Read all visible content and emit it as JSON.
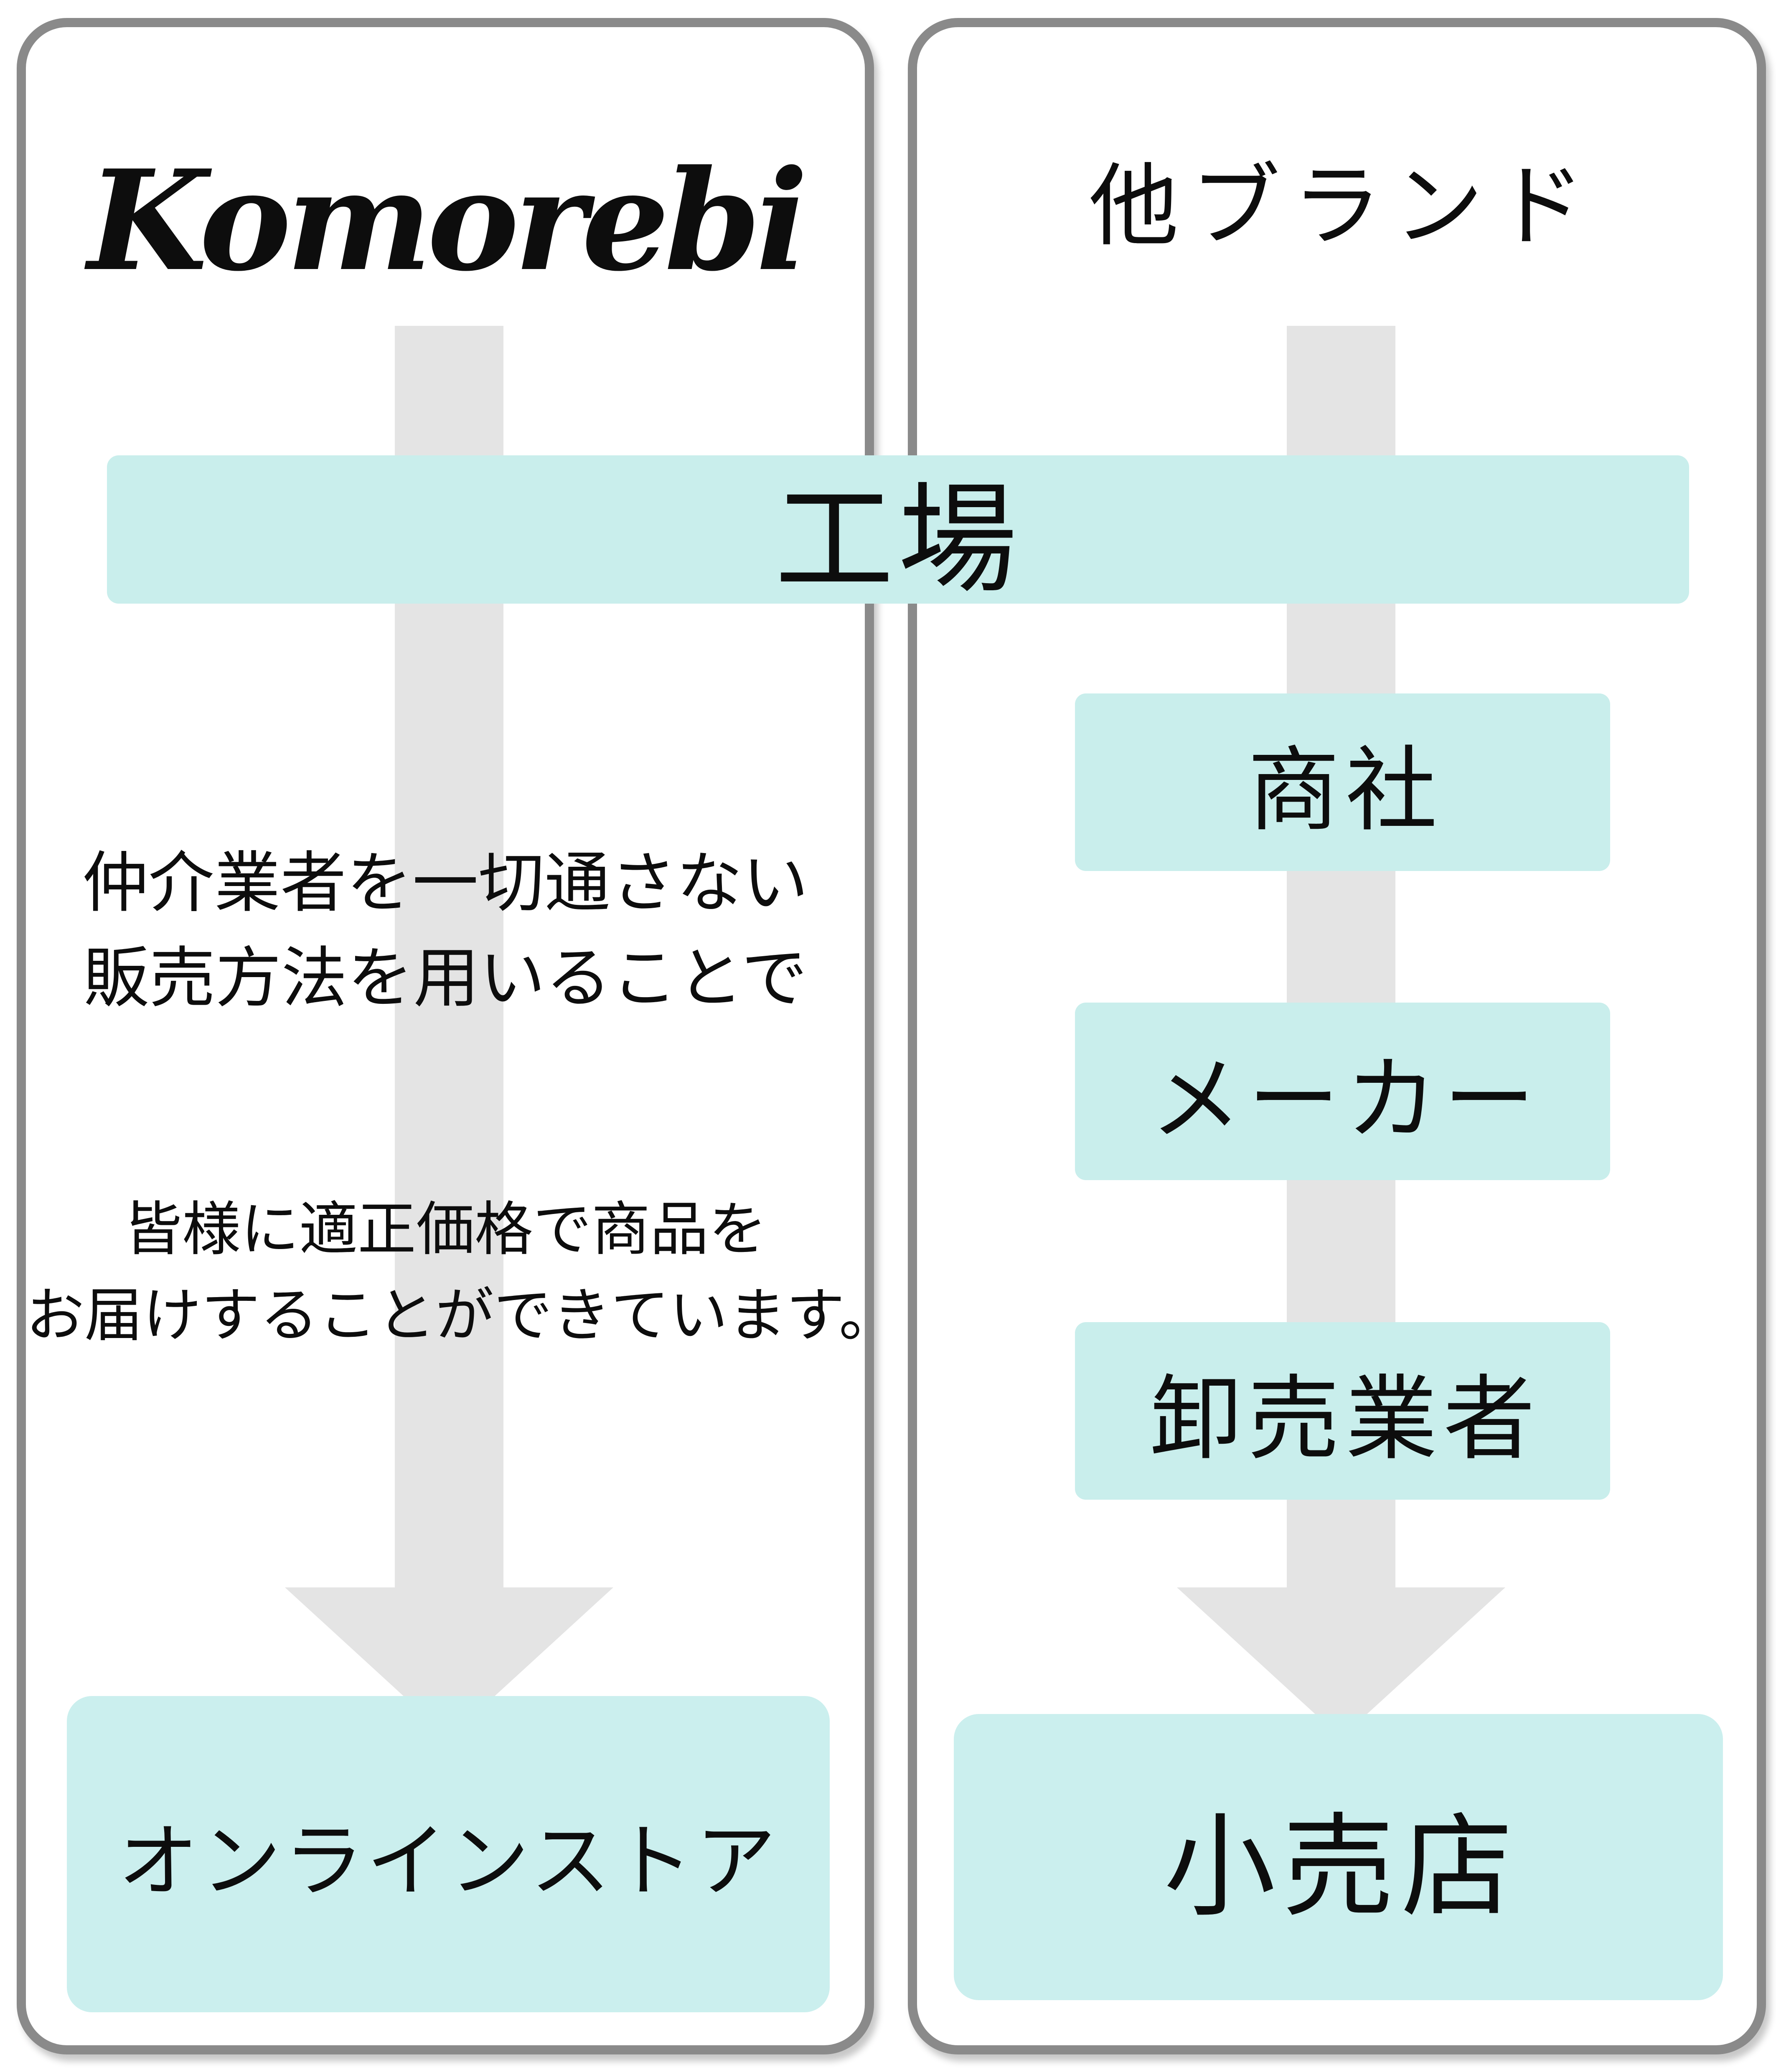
{
  "colors": {
    "box_fill": "#c9eeec",
    "arrow_fill": "#e4e4e4",
    "panel_border": "#8a8a8a",
    "text": "#0d0d0d",
    "background": "#ffffff"
  },
  "shared": {
    "source_label": "工場"
  },
  "left_panel": {
    "title": "Komorebi",
    "description_block_1": {
      "line1": "仲介業者を一切通さない",
      "line2": "販売方法を用いることで"
    },
    "description_block_2": {
      "line1": "皆様に適正価格で商品を",
      "line2": "お届けすることができています。"
    },
    "destination_label": "オンラインストア"
  },
  "right_panel": {
    "title": "他ブランド",
    "steps": [
      "商社",
      "メーカー",
      "卸売業者"
    ],
    "destination_label": "小売店"
  }
}
